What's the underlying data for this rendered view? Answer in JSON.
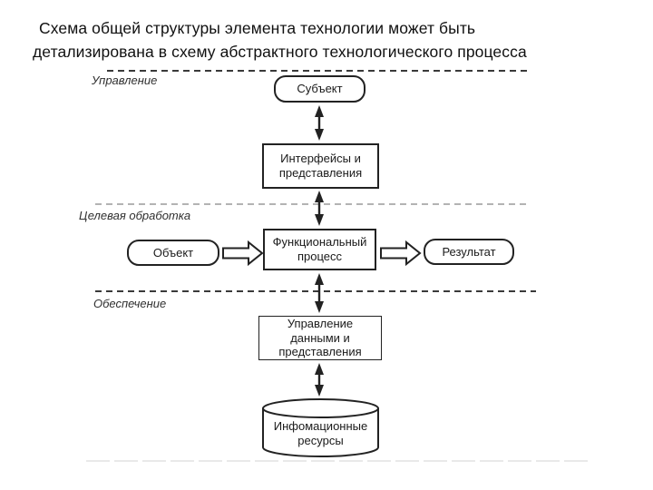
{
  "title": {
    "lines": [
      "Схема общей структуры элемента технологии может быть",
      "детализирована в схему абстрактного технологического процесса"
    ]
  },
  "diagram": {
    "section_labels": {
      "control": "Управление",
      "target_processing": "Целевая обработка",
      "support": "Обеспечение"
    },
    "nodes": {
      "subject": "Субъект",
      "interfaces": "Интерфейсы и представления",
      "object": "Объект",
      "process": "Функциональный процесс",
      "result": "Результат",
      "data_management": "Управление данными и представления",
      "info_resources": "Инфомационные ресурсы"
    },
    "colors": {
      "stroke": "#222222",
      "dashed_primary": "#3a3a3a",
      "dashed_secondary": "#9a9a9a",
      "faint_line": "#e2e2e2",
      "background": "#ffffff"
    }
  }
}
